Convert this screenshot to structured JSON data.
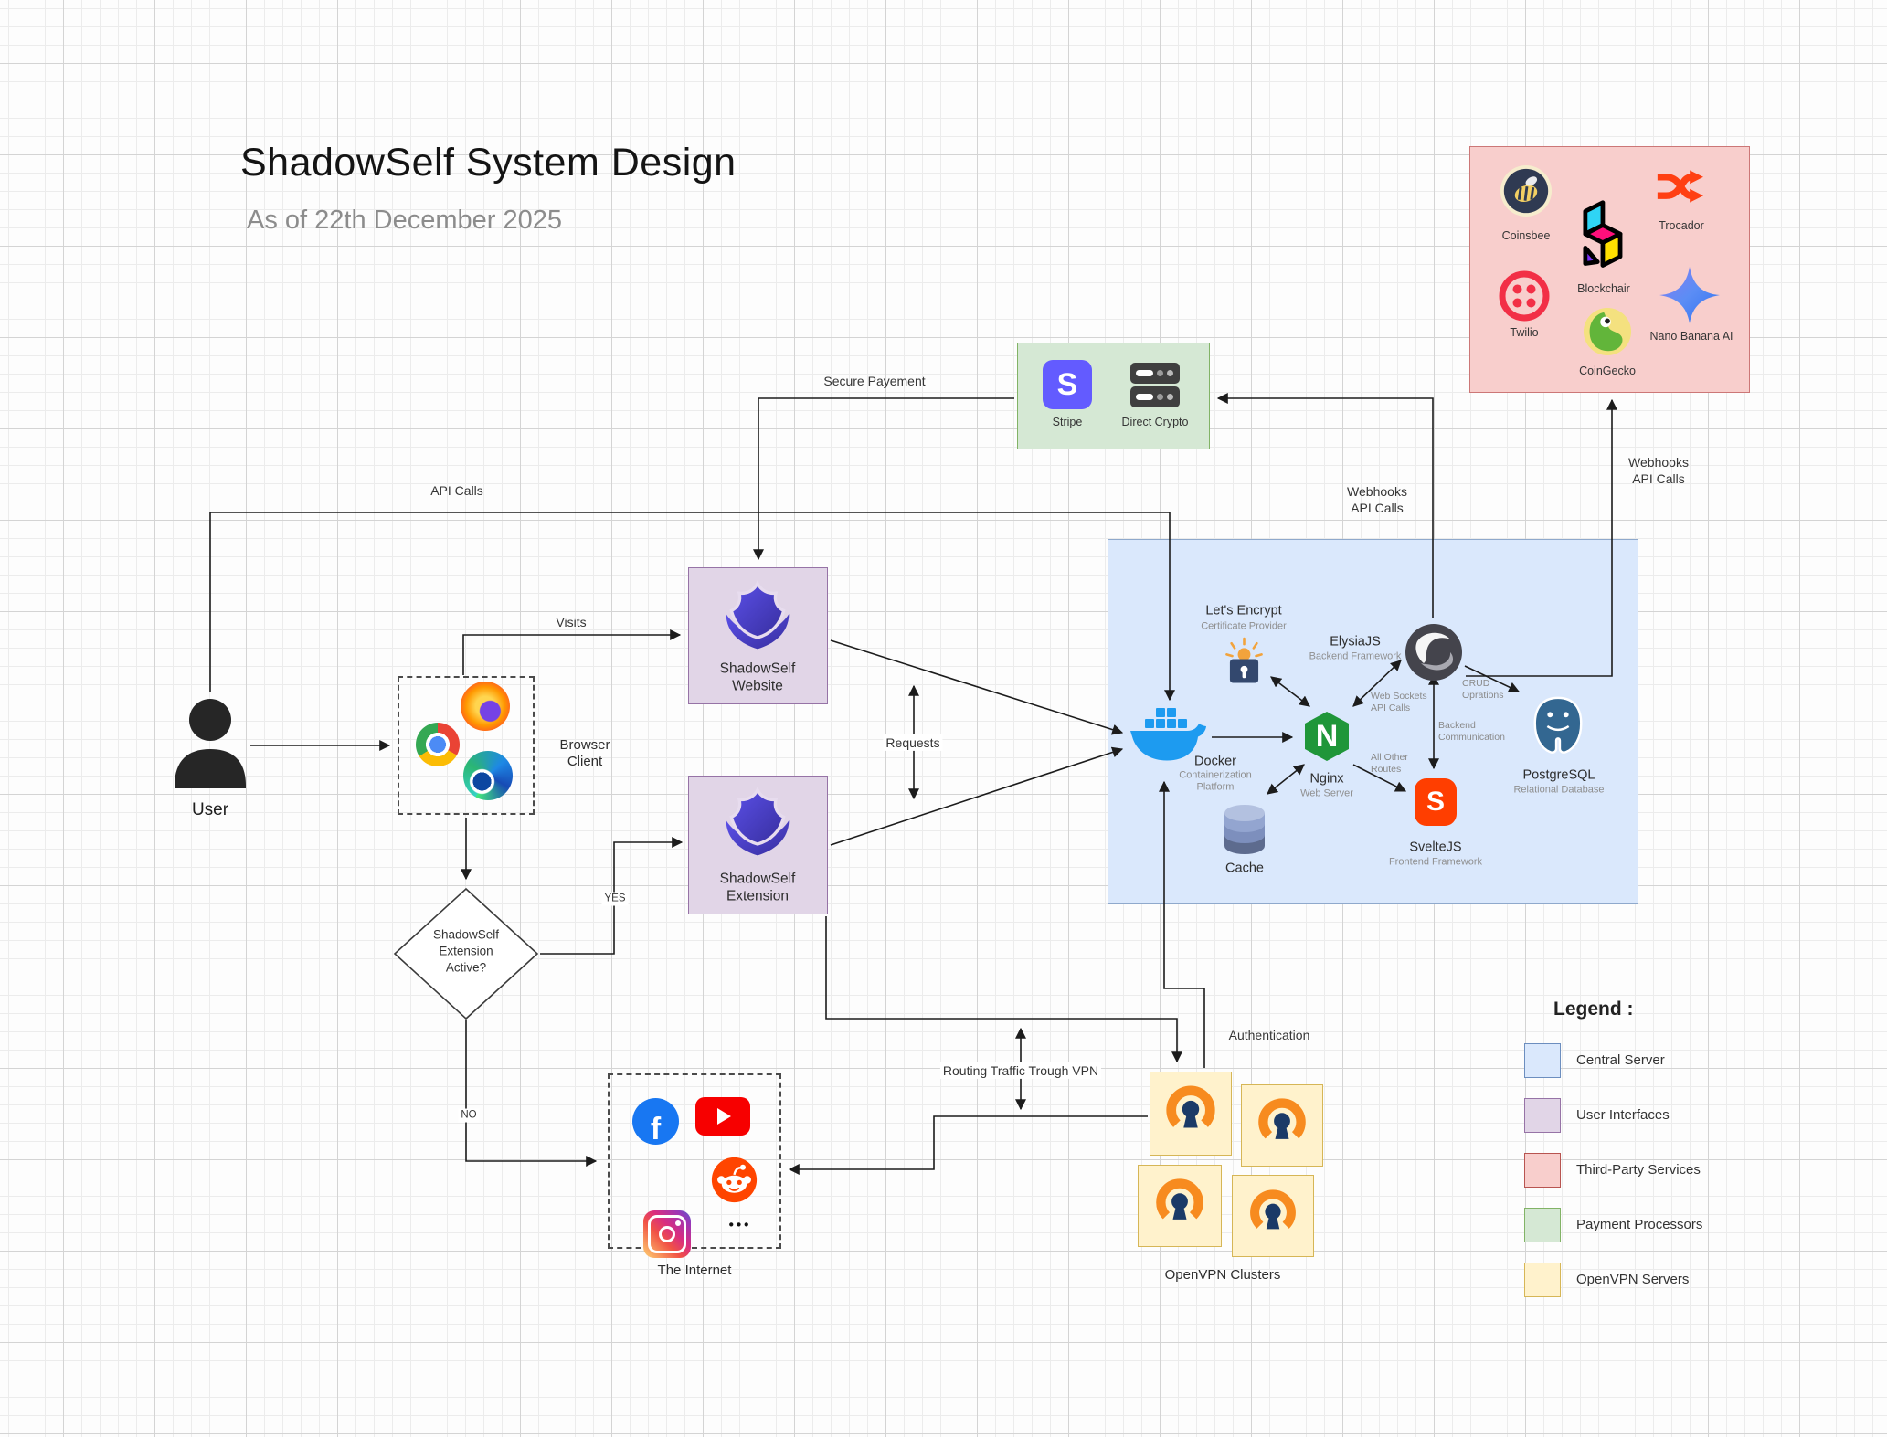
{
  "title": {
    "main": "ShadowSelf System Design",
    "subtitle": "As of 22th December 2025"
  },
  "user": {
    "label": "User"
  },
  "browser_client": {
    "label": "Browser\nClient"
  },
  "website": {
    "label": "ShadowSelf\nWebsite"
  },
  "extension": {
    "label": "ShadowSelf\nExtension"
  },
  "decision": {
    "label": "ShadowSelf\nExtension\nActive?"
  },
  "internet": {
    "label": "The Internet",
    "more_icon": "•••"
  },
  "openvpn": {
    "label": "OpenVPN Clusters"
  },
  "payment": {
    "items": [
      {
        "label": "Stripe"
      },
      {
        "label": "Direct Crypto"
      }
    ]
  },
  "third_party": {
    "items": [
      {
        "label": "Coinsbee"
      },
      {
        "label": "Trocador"
      },
      {
        "label": "Blockchair"
      },
      {
        "label": "Twilio"
      },
      {
        "label": "Nano Banana AI"
      },
      {
        "label": "CoinGecko"
      }
    ]
  },
  "central": {
    "lets_encrypt": {
      "label": "Let's Encrypt",
      "sub": "Certificate Provider"
    },
    "docker": {
      "label": "Docker",
      "sub": "Containerization\nPlatform"
    },
    "nginx": {
      "label": "Nginx",
      "sub": "Web Server"
    },
    "elysia": {
      "label": "ElysiaJS",
      "sub": "Backend Framework"
    },
    "postgres": {
      "label": "PostgreSQL",
      "sub": "Relational Database"
    },
    "svelte": {
      "label": "SvelteJS",
      "sub": "Frontend Framework"
    },
    "cache": {
      "label": "Cache"
    }
  },
  "edges": {
    "api_calls": "API Calls",
    "visits": "Visits",
    "secure_payment": "Secure Payement",
    "requests": "Requests",
    "webhooks_center": "Webhooks\nAPI Calls",
    "webhooks_right": "Webhooks\nAPI Calls",
    "yes": "YES",
    "no": "NO",
    "routing": "Routing Traffic Trough VPN",
    "authentication": "Authentication",
    "web_sockets": "Web Sockets\nAPI Calls",
    "all_other": "All Other\nRoutes",
    "crud": "CRUD\nOprations",
    "backend_comm": "Backend\nCommunication"
  },
  "glyphs": {
    "nginx_n": "N",
    "stripe_s": "S",
    "svelte_s": "S",
    "facebook_f": "f"
  },
  "legend": {
    "title": "Legend :",
    "items": [
      {
        "label": "Central Server",
        "fill": "#dae8fc",
        "border": "#6c8ebf"
      },
      {
        "label": "User Interfaces",
        "fill": "#e1d5e7",
        "border": "#9673a6"
      },
      {
        "label": "Third-Party Services",
        "fill": "#f8cecc",
        "border": "#b85450"
      },
      {
        "label": "Payment Processors",
        "fill": "#d5e8d4",
        "border": "#82b366"
      },
      {
        "label": "OpenVPN Servers",
        "fill": "#fff2cc",
        "border": "#d6b656"
      }
    ]
  }
}
